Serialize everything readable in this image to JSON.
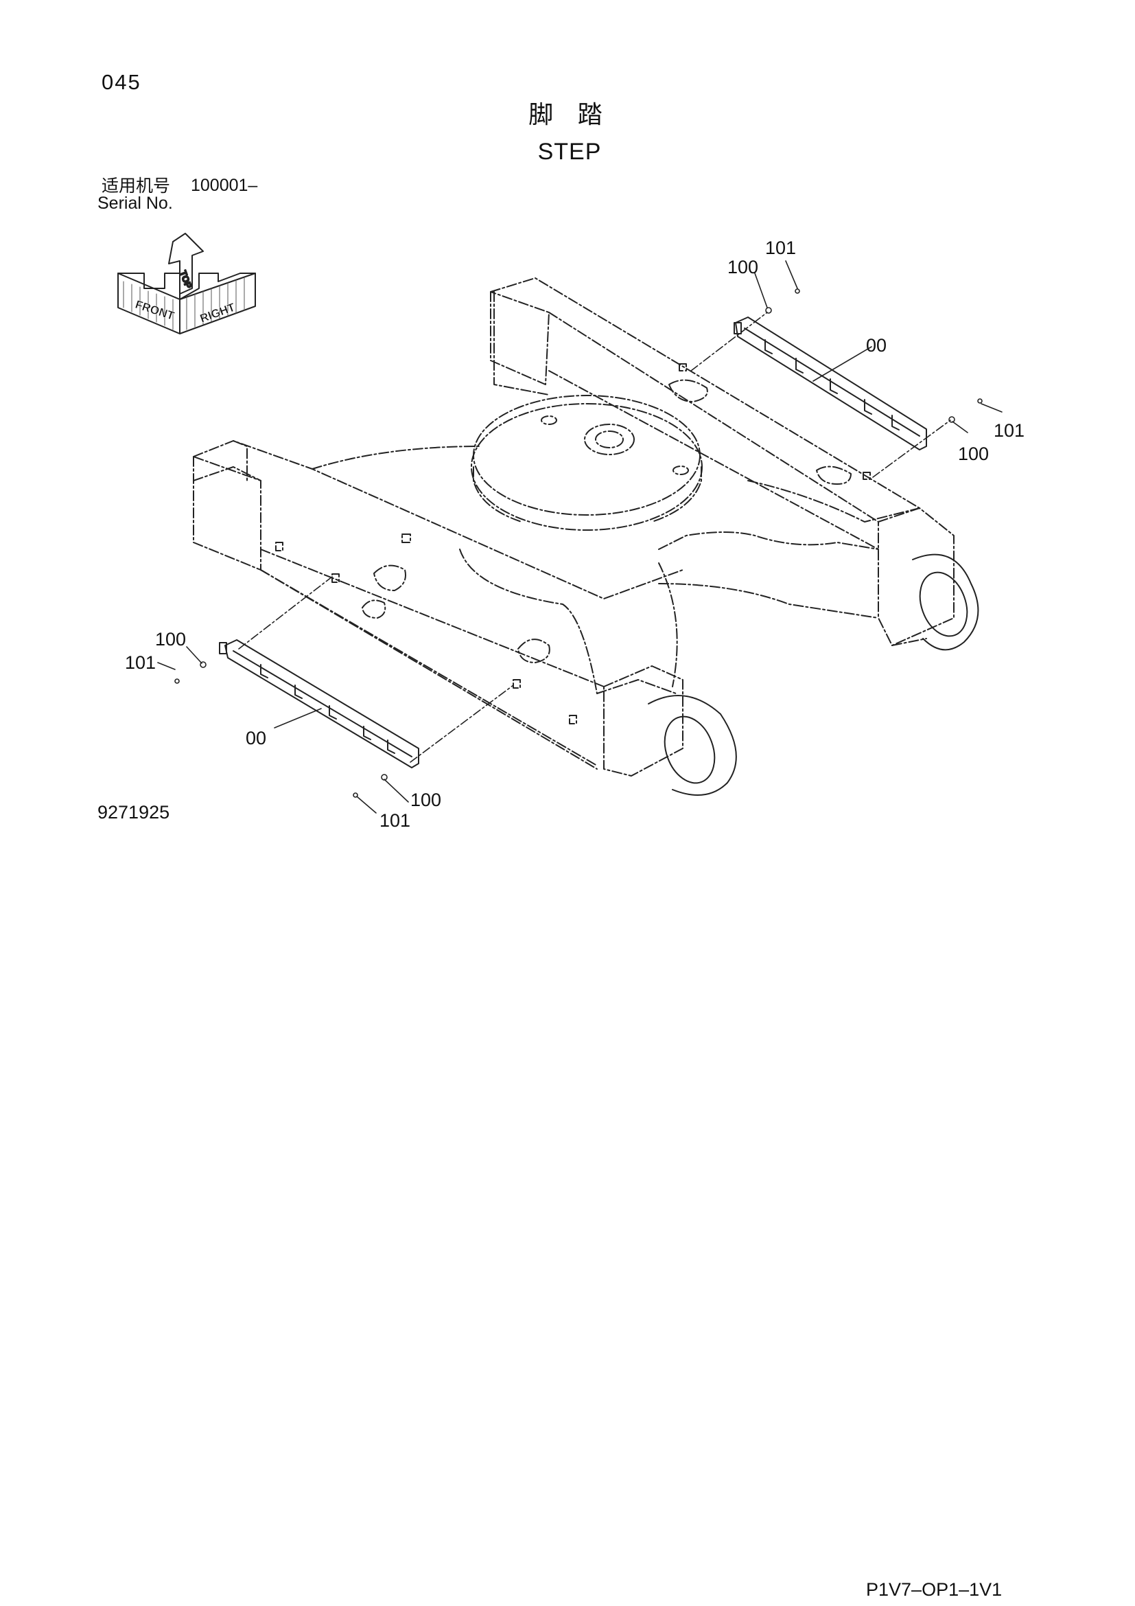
{
  "header": {
    "page_number": "045",
    "title_cn": "脚 踏",
    "title_en": "STEP"
  },
  "serial": {
    "label_cn": "适用机号",
    "value": "100001–",
    "label_en": "Serial No."
  },
  "orientation_glyph": {
    "front_label": "FRONT",
    "right_label": "RIGHT",
    "top_label": "TOP"
  },
  "callouts": [
    {
      "id": "c1",
      "text": "101"
    },
    {
      "id": "c2",
      "text": "100"
    },
    {
      "id": "c3",
      "text": "00"
    },
    {
      "id": "c4",
      "text": "101"
    },
    {
      "id": "c5",
      "text": "100"
    },
    {
      "id": "c6",
      "text": "100"
    },
    {
      "id": "c7",
      "text": "101"
    },
    {
      "id": "c8",
      "text": "00"
    },
    {
      "id": "c9",
      "text": "100"
    },
    {
      "id": "c10",
      "text": "101"
    }
  ],
  "footer": {
    "drawing_number": "9271925",
    "doc_code": "P1V7–OP1–1V1"
  }
}
